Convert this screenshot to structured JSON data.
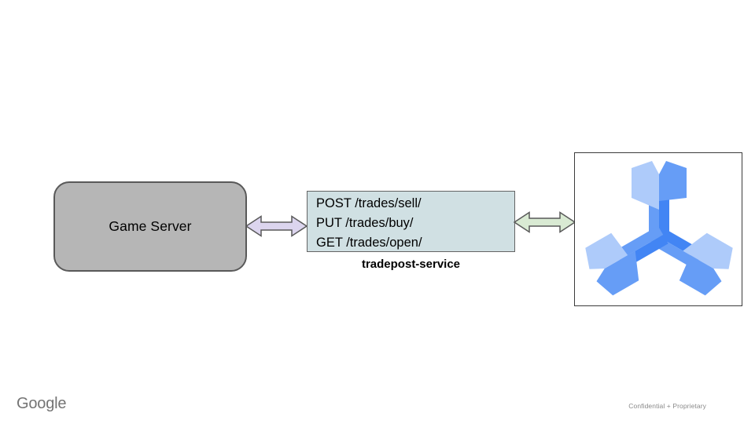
{
  "diagram": {
    "game_server": {
      "label": "Game Server",
      "fill": "#b6b6b6",
      "border": "#595959"
    },
    "left_arrow": {
      "direction": "bidirectional",
      "fill": "#dcd5ee",
      "stroke": "#595959"
    },
    "endpoints_box": {
      "fill": "#d0e0e3",
      "border": "#646464",
      "lines": [
        "POST /trades/sell/",
        "PUT /trades/buy/",
        "GET /trades/open/"
      ]
    },
    "service_label": "tradepost-service",
    "right_arrow": {
      "direction": "bidirectional",
      "fill": "#d9ead3",
      "stroke": "#595959"
    },
    "spanner_icon": {
      "name": "cloud-spanner-icon",
      "border": "#3b3b3b",
      "colors": {
        "light": "#aecbfa",
        "medium": "#669df6",
        "dark": "#4285f4"
      }
    }
  },
  "footer": {
    "brand": "Google",
    "confidentiality": "Confidential + Proprietary"
  }
}
